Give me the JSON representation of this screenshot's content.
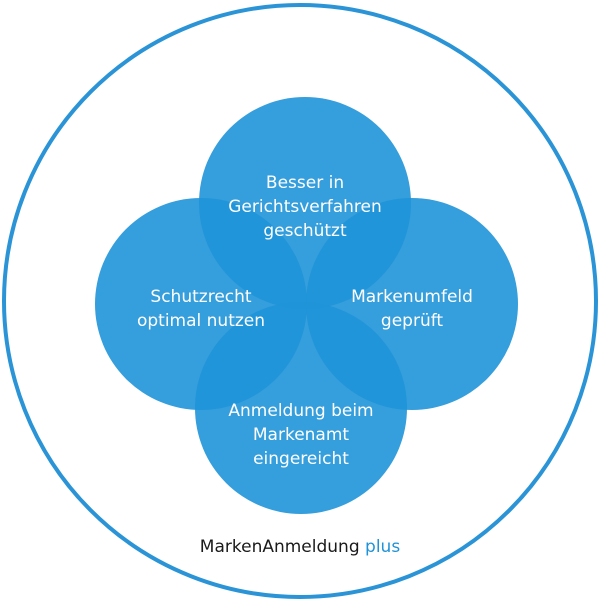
{
  "diagram": {
    "circles": {
      "top": {
        "lines": [
          "Besser in",
          "Gerichtsverfahren",
          "geschützt"
        ]
      },
      "left": {
        "lines": [
          "Schutzrecht",
          "optimal nutzen"
        ]
      },
      "right": {
        "lines": [
          "Markenumfeld",
          "geprüft"
        ]
      },
      "bottom": {
        "lines": [
          "Anmeldung beim",
          "Markenamt",
          "eingereicht"
        ]
      }
    },
    "brand": {
      "main": "MarkenAnmeldung",
      "suffix": "plus"
    },
    "colors": {
      "petal": "#1f93d8",
      "ring": "#2a94d6",
      "text": "#ffffff",
      "brand_text": "#1a1a1a"
    }
  }
}
